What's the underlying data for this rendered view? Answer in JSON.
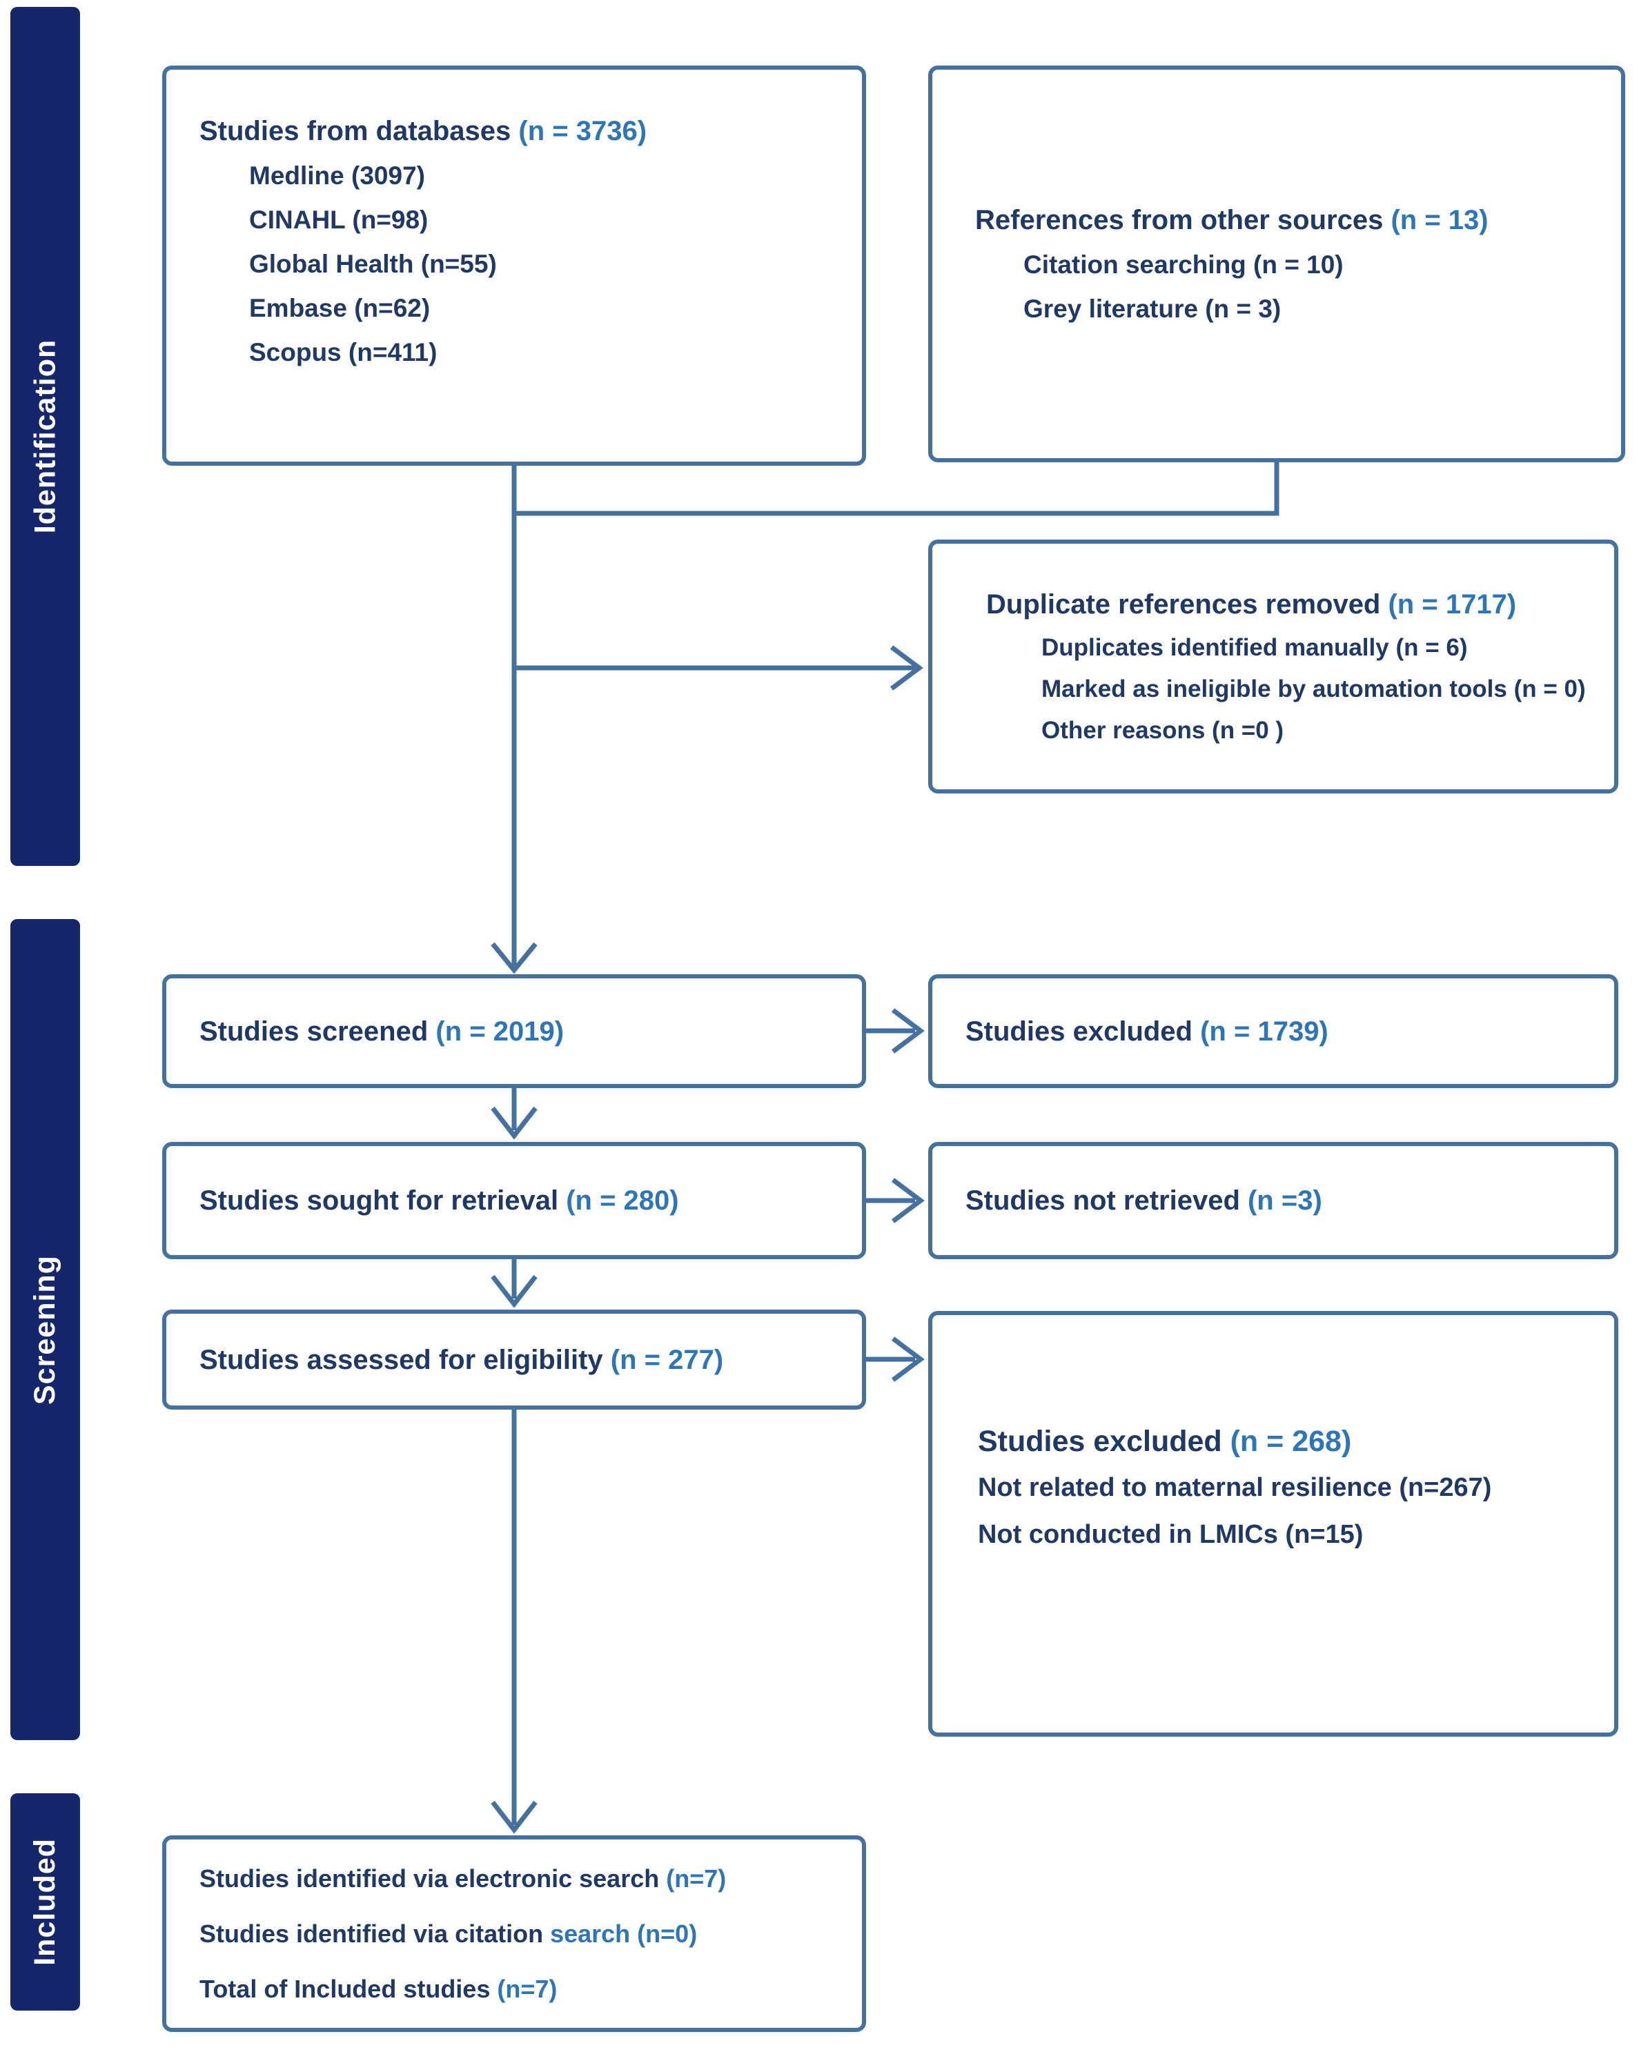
{
  "palette": {
    "sidebar_navy": "#15266b",
    "text_navy": "#1f3864",
    "count_blue": "#2e75b6",
    "line_blue": "#44719e",
    "background": "#ffffff"
  },
  "sidebar": [
    "Identification",
    "Screening",
    "Included"
  ],
  "boxes": {
    "databases": {
      "heading": "Studies from databases ",
      "count": "(n = 3736)",
      "items": [
        "Medline (3097)",
        "CINAHL (n=98)",
        "Global Health (n=55)",
        "Embase (n=62)",
        "Scopus (n=411)"
      ]
    },
    "other_sources": {
      "heading": "References from other sources ",
      "count": "(n = 13)",
      "items": [
        "Citation searching (n = 10)",
        "Grey literature (n = 3)"
      ]
    },
    "duplicates": {
      "heading": "Duplicate references removed ",
      "count": "(n = 1717)",
      "items": [
        "Duplicates identified manually (n = 6)",
        "Marked as ineligible by automation tools (n = 0)",
        "Other reasons (n =0 )"
      ]
    },
    "screened": {
      "heading": "Studies screened ",
      "count": "(n = 2019)"
    },
    "excluded_screened": {
      "heading": "Studies excluded ",
      "count": "(n = 1739)"
    },
    "sought": {
      "heading": "Studies sought for retrieval ",
      "count": "(n = 280)"
    },
    "not_retrieved": {
      "heading": "Studies not retrieved ",
      "count": "(n =3)"
    },
    "assessed": {
      "heading": "Studies assessed for eligibility ",
      "count": "(n = 277)"
    },
    "excluded_eligibility": {
      "heading": "Studies excluded ",
      "count": "(n = 268)",
      "items": [
        "Not related to maternal resilience (n=267)",
        "Not conducted in LMICs (n=15)"
      ]
    },
    "included": {
      "lines": [
        {
          "text": "Studies identified via electronic search ",
          "count": "(n=7)"
        },
        {
          "text": "Studies identified via citation ",
          "count": "search (n=0)"
        },
        {
          "text": "Total of Included studies ",
          "count": "(n=7)"
        }
      ]
    }
  }
}
